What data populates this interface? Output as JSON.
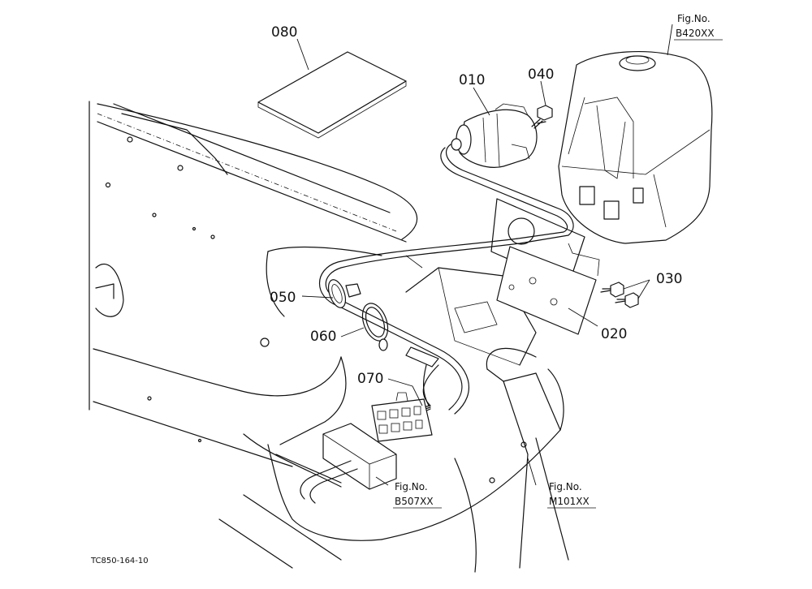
{
  "figure_code": "TC850-164-10",
  "parts": [
    {
      "id": "p010",
      "label": "010"
    },
    {
      "id": "p020",
      "label": "020"
    },
    {
      "id": "p030",
      "label": "030"
    },
    {
      "id": "p040",
      "label": "040"
    },
    {
      "id": "p050",
      "label": "050"
    },
    {
      "id": "p060",
      "label": "060"
    },
    {
      "id": "p070",
      "label": "070"
    },
    {
      "id": "p080",
      "label": "080"
    }
  ],
  "references": [
    {
      "id": "b420",
      "prefix": "Fig.No.",
      "code": "B420XX"
    },
    {
      "id": "b507",
      "prefix": "Fig.No.",
      "code": "B507XX"
    },
    {
      "id": "m101",
      "prefix": "Fig.No.",
      "code": "M101XX"
    }
  ]
}
